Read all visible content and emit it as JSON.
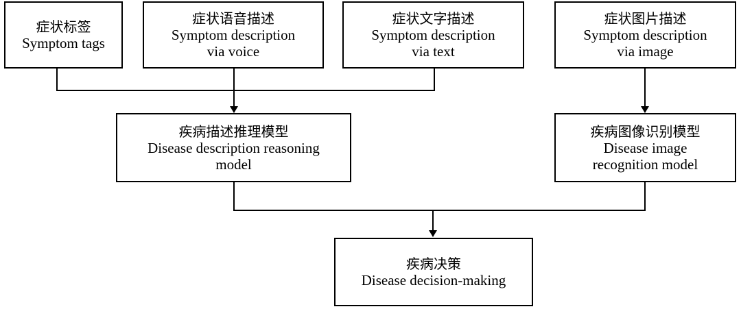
{
  "nodes": {
    "tags": {
      "zh": "症状标签",
      "en": [
        "Symptom tags"
      ]
    },
    "voice": {
      "zh": "症状语音描述",
      "en": [
        "Symptom description",
        "via voice"
      ]
    },
    "text": {
      "zh": "症状文字描述",
      "en": [
        "Symptom description",
        "via text"
      ]
    },
    "image": {
      "zh": "症状图片描述",
      "en": [
        "Symptom description",
        "via image"
      ]
    },
    "reasoning": {
      "zh": "疾病描述推理模型",
      "en": [
        "Disease description reasoning",
        "model"
      ]
    },
    "recognition": {
      "zh": "疾病图像识别模型",
      "en": [
        "Disease image",
        "recognition model"
      ]
    },
    "decision": {
      "zh": "疾病决策",
      "en": [
        "Disease decision-making"
      ]
    }
  },
  "colors": {
    "line": "#000000",
    "box_border": "#000000",
    "background": "#ffffff"
  }
}
